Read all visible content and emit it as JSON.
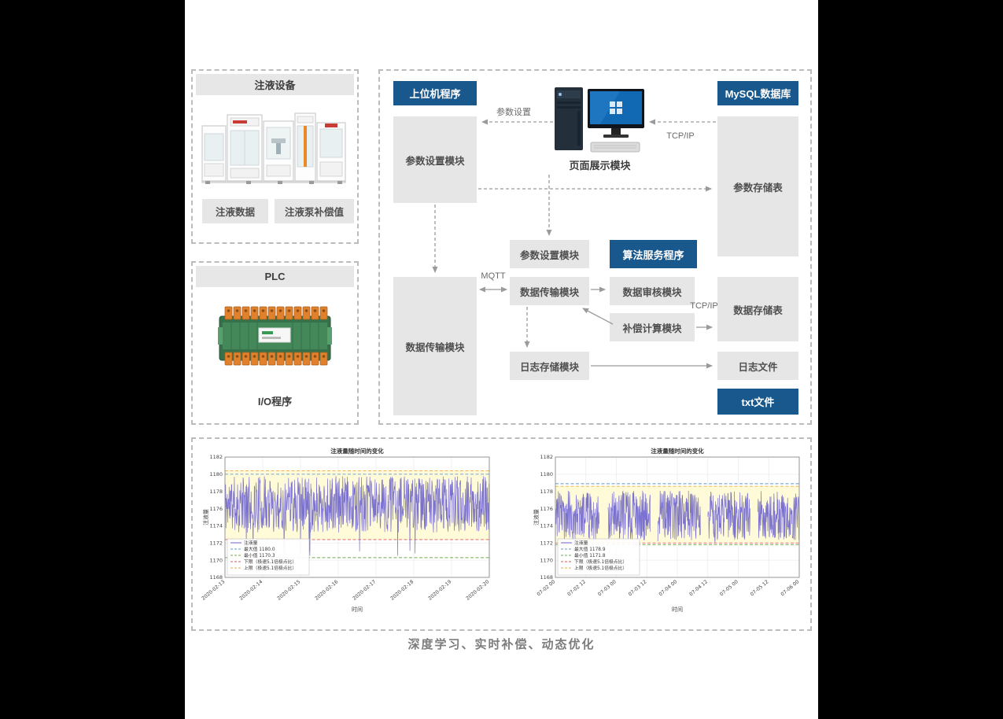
{
  "caption": "深度学习、实时补偿、动态优化",
  "panels": {
    "equipment": {
      "title": "注液设备",
      "label_data": "注液数据",
      "label_comp": "注液泵补偿值"
    },
    "plc": {
      "title": "PLC",
      "caption": "I/O程序"
    }
  },
  "diagram": {
    "badge_host": "上位机程序",
    "badge_mysql": "MySQL数据库",
    "badge_algo": "算法服务程序",
    "badge_txt": "txt文件",
    "box_param_set_left": "参数设置模块",
    "box_page_display": "页面展示模块",
    "box_param_store": "参数存储表",
    "box_data_trans_left": "数据传输模块",
    "box_param_set_mid": "参数设置模块",
    "box_data_trans_mid": "数据传输模块",
    "box_data_audit": "数据审核模块",
    "box_comp_calc": "补偿计算模块",
    "box_data_store": "数据存储表",
    "box_log_store": "日志存储模块",
    "box_log_file": "日志文件",
    "label_param_set": "参数设置",
    "label_tcpip_top": "TCP/IP",
    "label_mqtt": "MQTT",
    "label_tcpip_mid": "TCP/IP"
  },
  "colors": {
    "badge_blue": "#19588C",
    "box_gray": "#e6e6e6",
    "arrow_gray": "#9a9a9a",
    "dashed_border": "#bcbcbc",
    "series_purple": "#7b72cf"
  },
  "chart_data": [
    {
      "type": "line",
      "title": "注液量随时间的变化",
      "xlabel": "时间",
      "ylabel": "注液量",
      "ylim": [
        1168,
        1182
      ],
      "yticks": [
        1168,
        1170,
        1172,
        1174,
        1176,
        1178,
        1180,
        1182
      ],
      "xticklabels": [
        "2020-02-13",
        "2020-02-14",
        "2020-02-15",
        "2020-02-16",
        "2020-02-17",
        "2020-02-18",
        "2020-02-19",
        "2020-02-20"
      ],
      "grid": true,
      "legend_position": "lower-left",
      "series_name": "注液量",
      "series_color": "#7b72cf",
      "band_color": "#fffbd8",
      "lines": {
        "max": 1180.0,
        "min": 1170.3,
        "lower": 1172.4,
        "upper": 1180.4
      },
      "legend": [
        {
          "label": "注液量",
          "color": "#7b72cf",
          "dash": false
        },
        {
          "label": "最大值 1180.0",
          "color": "#5b9bd5",
          "dash": true
        },
        {
          "label": "最小值 1170.3",
          "color": "#70ad47",
          "dash": true
        },
        {
          "label": "下限（极速5.1倍极点比）",
          "color": "#e15759",
          "dash": true
        },
        {
          "label": "上限（极速5.1倍极点比）",
          "color": "#f2a93b",
          "dash": true
        }
      ],
      "series": {
        "n": 820,
        "seed": 11,
        "center": 1176.5,
        "spread": 3.3,
        "clamp": [
          1172.8,
          1180.1
        ],
        "spike_level": 1170.5,
        "spike_p": 0.006,
        "gaps": []
      }
    },
    {
      "type": "line",
      "title": "注液量随时间的变化",
      "xlabel": "时间",
      "ylabel": "注液量",
      "ylim": [
        1168,
        1182
      ],
      "yticks": [
        1168,
        1170,
        1172,
        1174,
        1176,
        1178,
        1180,
        1182
      ],
      "xticklabels": [
        "07-02 00",
        "07-02 12",
        "07-03 00",
        "07-03 12",
        "07-04 00",
        "07-04 12",
        "07-05 00",
        "07-05 12",
        "07-06 00"
      ],
      "grid": true,
      "legend_position": "lower-left",
      "series_name": "注液量",
      "series_color": "#7b72cf",
      "band_color": "#fffbd8",
      "lines": {
        "max": 1178.9,
        "min": 1171.8,
        "lower": 1172.0,
        "upper": 1178.6
      },
      "legend": [
        {
          "label": "注液量",
          "color": "#7b72cf",
          "dash": false
        },
        {
          "label": "最大值 1178.9",
          "color": "#5b9bd5",
          "dash": true
        },
        {
          "label": "最小值 1171.8",
          "color": "#70ad47",
          "dash": true
        },
        {
          "label": "下限（极速5.1倍极点比）",
          "color": "#e15759",
          "dash": true
        },
        {
          "label": "上限（极速5.1倍极点比）",
          "color": "#f2a93b",
          "dash": true
        }
      ],
      "series": {
        "n": 820,
        "seed": 23,
        "center": 1175.2,
        "spread": 2.9,
        "clamp": [
          1172.2,
          1178.4
        ],
        "spike_level": 1172.0,
        "spike_p": 0.004,
        "gaps": [
          [
            0.18,
            0.215
          ],
          [
            0.39,
            0.42
          ],
          [
            0.595,
            0.625
          ],
          [
            0.8,
            0.83
          ]
        ]
      }
    }
  ]
}
